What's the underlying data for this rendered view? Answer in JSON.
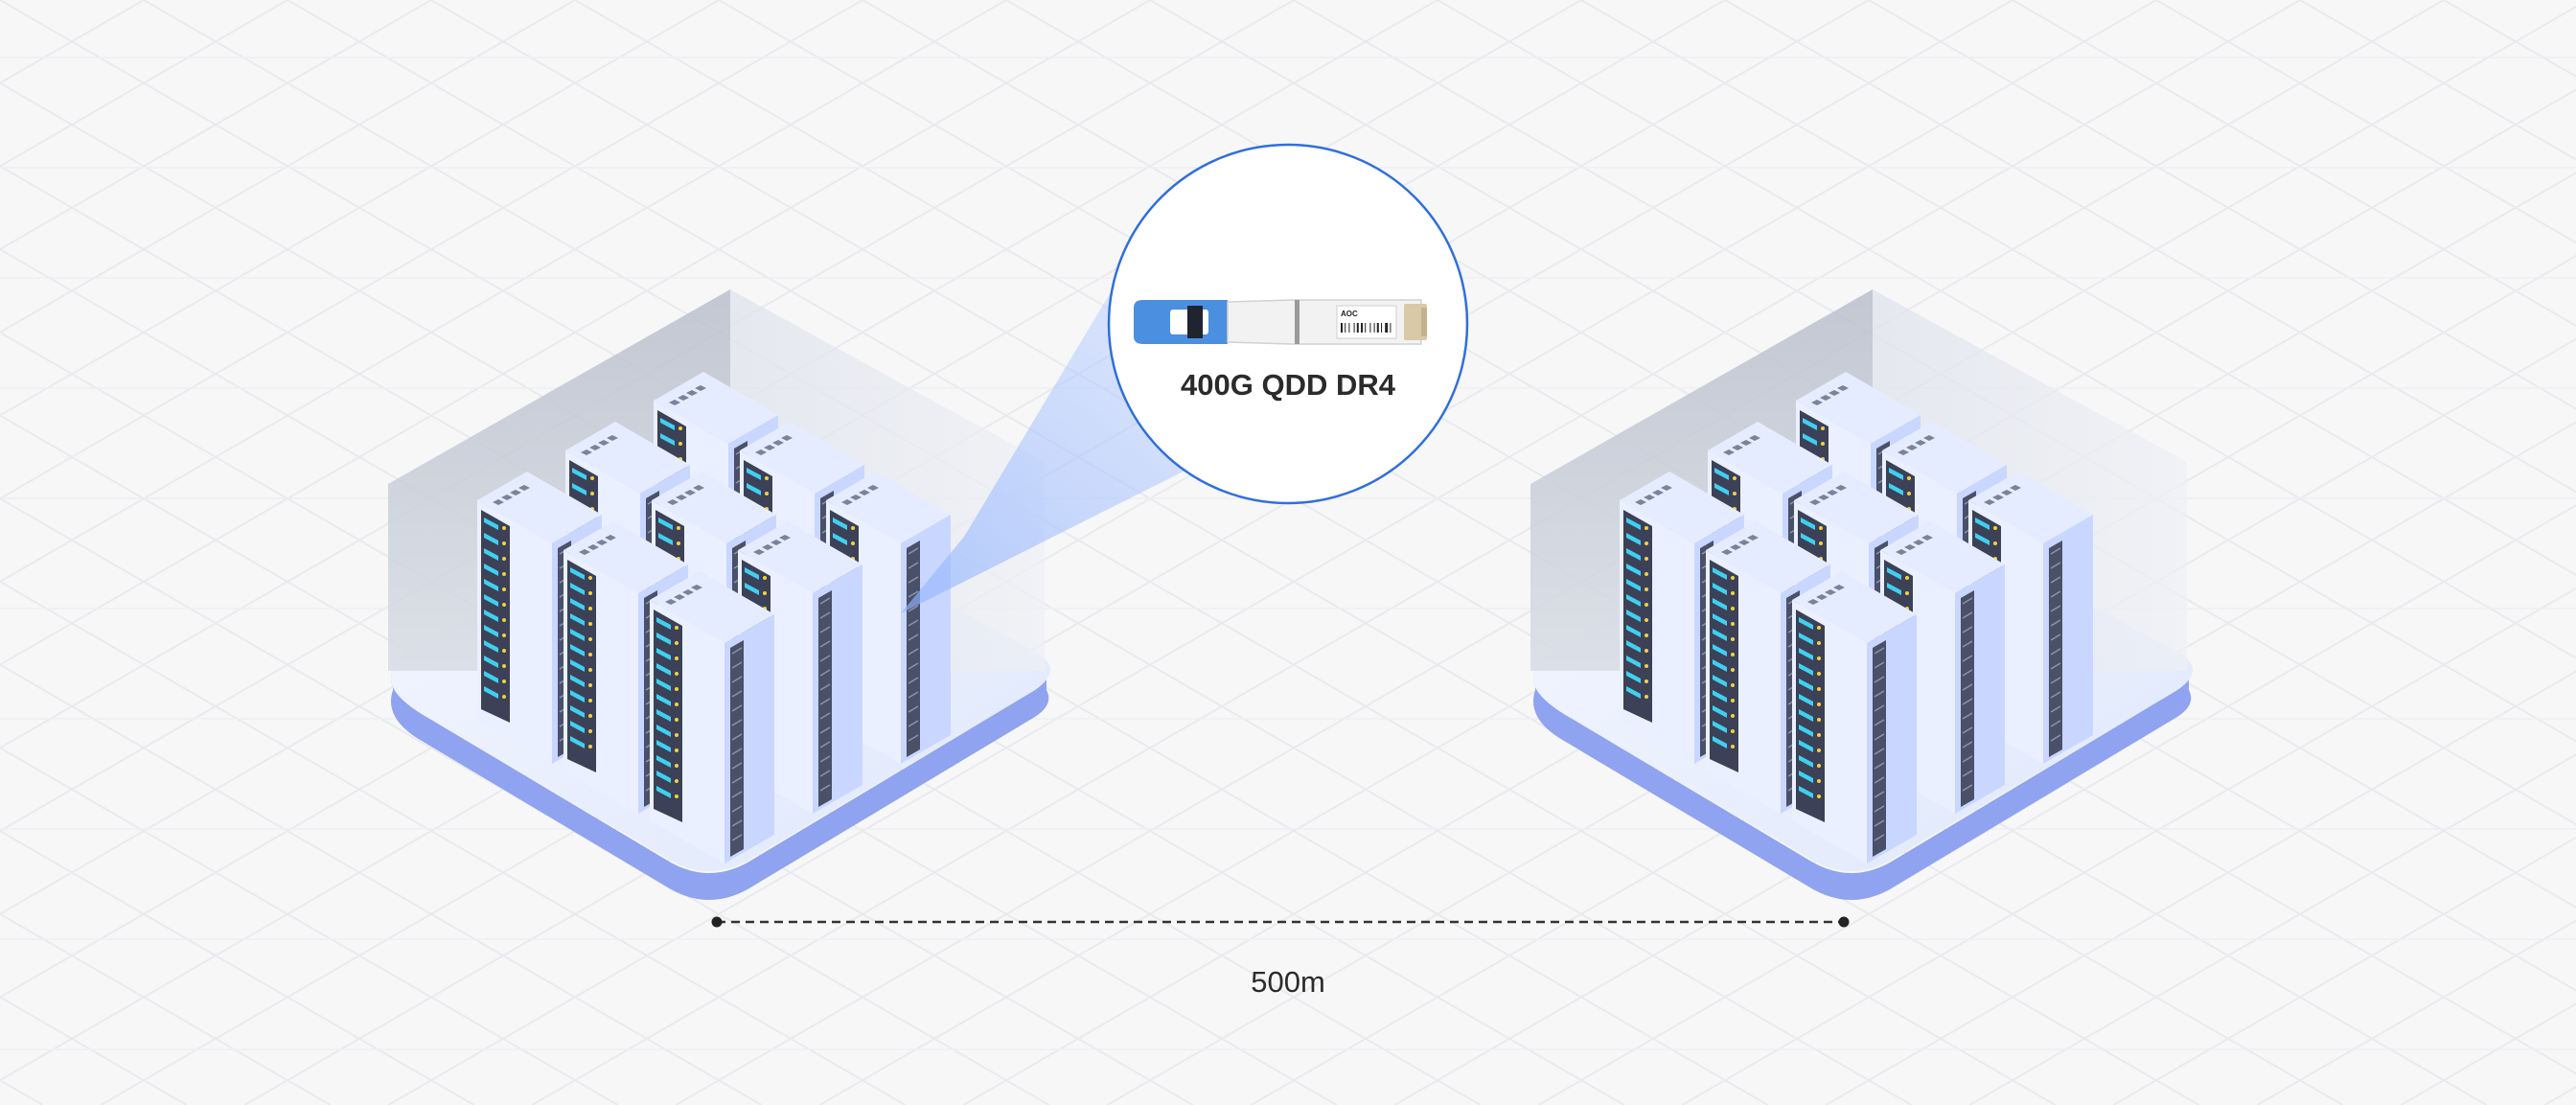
{
  "module": {
    "label": "400G QDD DR4",
    "brand": "AOC",
    "pull_tab_color": "#4b8fe0",
    "body_color": "#f2f2f2",
    "connector_color": "#d9c9a6"
  },
  "link": {
    "distance_label": "500m"
  },
  "colors": {
    "background": "#f7f7f8",
    "grid": "#e9eaee",
    "accent": "#2f6fdc",
    "rack_side": "#c9d6ff",
    "rack_front": "#3c4157",
    "rack_top": "#e6ecff",
    "led_cyan": "#3fd0f0",
    "led_yellow": "#f2d23c",
    "platform_top": "#eef2fb",
    "platform_edge": "#8fa3f0",
    "wall": "#c8ccd6"
  },
  "data_centers": [
    {
      "name": "left-data-center",
      "rack_count": 9
    },
    {
      "name": "right-data-center",
      "rack_count": 9
    }
  ]
}
